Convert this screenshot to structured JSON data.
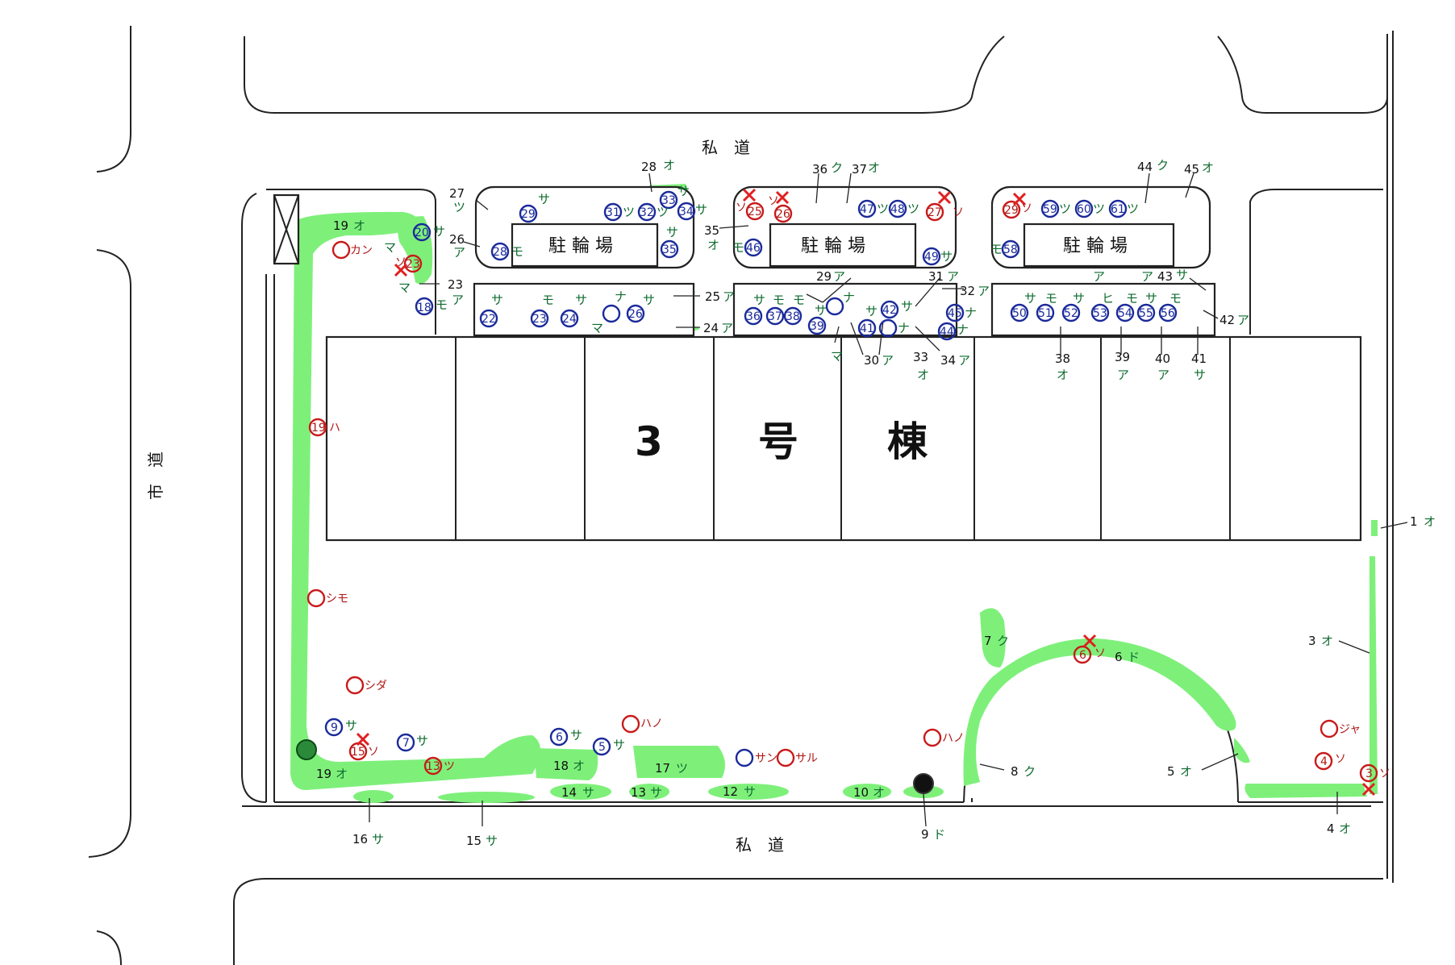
{
  "building": {
    "c1": "3",
    "c2": "号",
    "c3": "棟"
  },
  "roads": {
    "private_top": "私　道",
    "private_bottom": "私　道",
    "city": "市　道"
  },
  "bike_parking": [
    "駐 輪 場",
    "駐 輪 場",
    "駐 輪 場"
  ],
  "colors": {
    "lawn": "#7ef07a",
    "existing": "#1a2a9a",
    "remove": "#c81a1a",
    "x": "#e02020"
  },
  "labels": {
    "l1": "1",
    "l1s": "オ",
    "l3": "3",
    "l3s": "オ",
    "l4": "4",
    "l4s": "オ",
    "l5": "5",
    "l5s": "オ",
    "l6": "6",
    "l6s": "ド",
    "l7": "7",
    "l7s": "ク",
    "l8": "8",
    "l8s": "ク",
    "l9": "9",
    "l9s": "ド",
    "l10": "10",
    "l10s": "オ",
    "l12": "12",
    "l12s": "サ",
    "l13": "13",
    "l13s": "サ",
    "l14": "14",
    "l14s": "サ",
    "l15": "15",
    "l15s": "サ",
    "l16": "16",
    "l16s": "サ",
    "l17": "17",
    "l17s": "ツ",
    "l18": "18",
    "l18s": "オ",
    "l19a": "19",
    "l19as": "オ",
    "l19b": "19",
    "l19bs": "オ",
    "l23": "23",
    "l23s": "ア",
    "l24": "24",
    "l24s": "ア",
    "l25": "25",
    "l25s": "ア",
    "l26": "26",
    "l26s": "ア",
    "l27": "27",
    "l27s": "ツ",
    "l28": "28",
    "l28s": "オ",
    "l29": "29",
    "l29s": "ア",
    "l30": "30",
    "l30s": "ア",
    "l31": "31",
    "l31s": "ア",
    "l32": "32",
    "l32s": "ア",
    "l33": "33",
    "l33s": "オ",
    "l34": "34",
    "l34s": "ア",
    "l35": "35",
    "l35s": "オ",
    "l36": "36",
    "l36s": "ク",
    "l37": "37",
    "l37s": "オ",
    "l38": "38",
    "l38s": "オ",
    "l39": "39",
    "l39s": "ア",
    "l40": "40",
    "l40s": "ア",
    "l41": "41",
    "l41s": "サ",
    "l42": "42",
    "l42s": "ア",
    "l43": "43",
    "l43s": "サ",
    "l44": "44",
    "l44s": "ク",
    "l45": "45",
    "l45s": "オ",
    "a43": "ア",
    "a43b": "ア"
  },
  "trees_blue": [
    {
      "n": "20",
      "s": "サ"
    },
    {
      "n": "18",
      "s": "モ"
    },
    {
      "n": "29",
      "s": "サ"
    },
    {
      "n": "28",
      "s": "モ"
    },
    {
      "n": "31",
      "s": "ツ"
    },
    {
      "n": "32",
      "s": "ツ"
    },
    {
      "n": "33",
      "s": "サ"
    },
    {
      "n": "34",
      "s": "サ"
    },
    {
      "n": "35",
      "s": "サ"
    },
    {
      "n": "22",
      "s": "サ"
    },
    {
      "n": "23",
      "s": "モ"
    },
    {
      "n": "24",
      "s": "サ"
    },
    {
      "n": "",
      "s": "ナ"
    },
    {
      "n": "26",
      "s": "サ"
    },
    {
      "n": "36",
      "s": "サ"
    },
    {
      "n": "37",
      "s": "モ"
    },
    {
      "n": "38",
      "s": "モ"
    },
    {
      "n": "39",
      "s": "サ"
    },
    {
      "n": "",
      "s": "ナ"
    },
    {
      "n": "41",
      "s": "サ"
    },
    {
      "n": "",
      "s": "ナ"
    },
    {
      "n": "42",
      "s": "サ"
    },
    {
      "n": "46",
      "s": "モ"
    },
    {
      "n": "47",
      "s": "ツ"
    },
    {
      "n": "48",
      "s": "ツ"
    },
    {
      "n": "49",
      "s": "サ"
    },
    {
      "n": "45",
      "s": "ナ"
    },
    {
      "n": "44",
      "s": "ナ"
    },
    {
      "n": "58",
      "s": "モ"
    },
    {
      "n": "59",
      "s": "ツ"
    },
    {
      "n": "60",
      "s": "ツ"
    },
    {
      "n": "61",
      "s": "ツ"
    },
    {
      "n": "50",
      "s": "サ"
    },
    {
      "n": "51",
      "s": "モ"
    },
    {
      "n": "52",
      "s": "サ"
    },
    {
      "n": "53",
      "s": "ヒ"
    },
    {
      "n": "54",
      "s": "モ"
    },
    {
      "n": "55",
      "s": "サ"
    },
    {
      "n": "56",
      "s": "モ"
    },
    {
      "n": "9",
      "s": "サ"
    },
    {
      "n": "7",
      "s": "サ"
    },
    {
      "n": "6",
      "s": "サ"
    },
    {
      "n": "5",
      "s": "サ"
    },
    {
      "n": "",
      "s": "サン"
    }
  ],
  "trees_red": [
    {
      "n": "",
      "s": "カン"
    },
    {
      "n": "23",
      "s": "ソ"
    },
    {
      "n": "19",
      "s": "ハ"
    },
    {
      "n": "",
      "s": "シモ"
    },
    {
      "n": "",
      "s": "シダ"
    },
    {
      "n": "15",
      "s": "ソ"
    },
    {
      "n": "13",
      "s": "ツ"
    },
    {
      "n": "",
      "s": "ハノ"
    },
    {
      "n": "",
      "s": "サル"
    },
    {
      "n": "",
      "s": "ハノ"
    },
    {
      "n": "6",
      "s": "ソ"
    },
    {
      "n": "",
      "s": "ジャ"
    },
    {
      "n": "4",
      "s": "ソ"
    },
    {
      "n": "3",
      "s": "ソ"
    },
    {
      "n": "25",
      "s": "ソ"
    },
    {
      "n": "26",
      "s": "ソ"
    },
    {
      "n": "27",
      "s": "ソ"
    },
    {
      "n": "29",
      "s": "ソ"
    }
  ],
  "misc": {
    "ma1": "マ",
    "ma2": "マ",
    "ma3": "マ",
    "ma4": "マ",
    "so1": "ソ",
    "mo1": "モ"
  }
}
